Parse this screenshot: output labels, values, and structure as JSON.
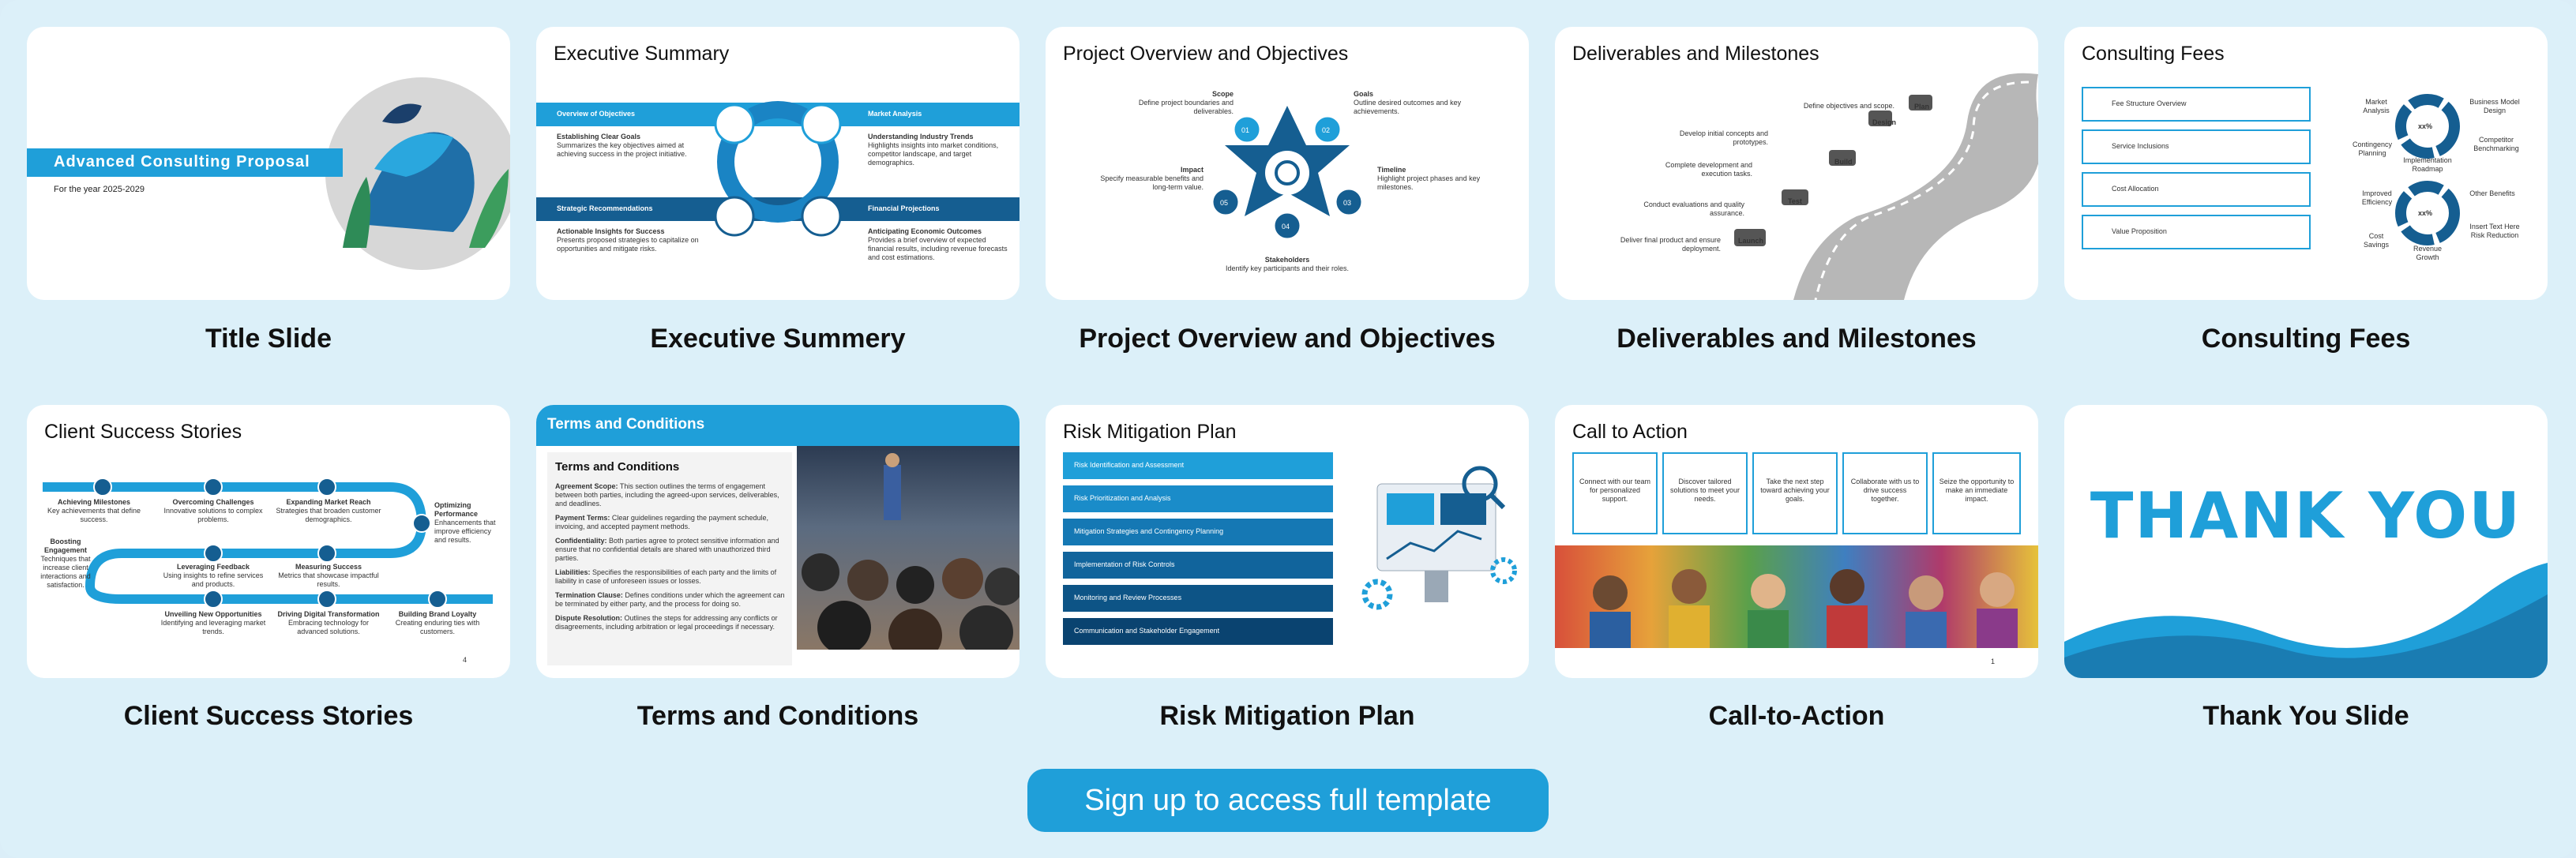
{
  "slides": {
    "title": {
      "caption": "Title Slide",
      "banner": "Advanced Consulting Proposal",
      "subtitle": "For the year 2025-2029"
    },
    "exec": {
      "caption": "Executive Summery",
      "heading": "Executive Summary",
      "q1_title": "Overview of Objectives",
      "q1_h": "Establishing Clear Goals",
      "q1_t": "Summarizes the key objectives aimed at achieving success in the project initiative.",
      "q2_title": "Market Analysis",
      "q2_h": "Understanding Industry Trends",
      "q2_t": "Highlights insights into market conditions, competitor landscape, and target demographics.",
      "q3_title": "Strategic Recommendations",
      "q3_h": "Actionable Insights for Success",
      "q3_t": "Presents proposed strategies to capitalize on opportunities and mitigate risks.",
      "q4_title": "Financial Projections",
      "q4_h": "Anticipating Economic Outcomes",
      "q4_t": "Provides a brief overview of expected financial results, including revenue forecasts and cost estimations."
    },
    "overview": {
      "caption": "Project Overview and Objectives",
      "heading": "Project Overview and Objectives",
      "n1": "01",
      "n2": "02",
      "n3": "03",
      "n4": "04",
      "n5": "05",
      "scope_h": "Scope",
      "scope_t": "Define project boundaries and deliverables.",
      "goals_h": "Goals",
      "goals_t": "Outline desired outcomes and key achievements.",
      "timeline_h": "Timeline",
      "timeline_t": "Highlight project phases and key milestones.",
      "impact_h": "Impact",
      "impact_t": "Specify measurable benefits and long-term value.",
      "stake_h": "Stakeholders",
      "stake_t": "Identify key participants and their roles."
    },
    "deliverables": {
      "caption": "Deliverables and Milestones",
      "heading": "Deliverables and Milestones",
      "plan_label": "Plan",
      "plan_t": "Define objectives and scope.",
      "design_label": "Design",
      "design_t": "Develop initial concepts and prototypes.",
      "build_label": "Build",
      "build_t": "Complete development and execution tasks.",
      "test_label": "Test",
      "test_t": "Conduct evaluations and quality assurance.",
      "launch_label": "Launch",
      "launch_t": "Deliver final product and ensure deployment."
    },
    "fees": {
      "caption": "Consulting Fees",
      "heading": "Consulting Fees",
      "items": [
        "Fee Structure Overview",
        "Service Inclusions",
        "Cost Allocation",
        "Value Proposition"
      ],
      "donut_value": "xx%",
      "d1": [
        "Market Analysis",
        "Business Model Design",
        "Contingency Planning",
        "Competitor Benchmarking",
        "Implementation Roadmap"
      ],
      "d2": [
        "Improved Efficiency",
        "Other Benefits",
        "Cost Savings",
        "Insert Text Here Risk Reduction",
        "Revenue Growth"
      ]
    },
    "stories": {
      "caption": "Client Success Stories",
      "heading": "Client Success Stories",
      "s1_h": "Achieving Milestones",
      "s1_t": "Key achievements that define success.",
      "s2_h": "Overcoming Challenges",
      "s2_t": "Innovative solutions to complex problems.",
      "s3_h": "Expanding Market Reach",
      "s3_t": "Strategies that broaden customer demographics.",
      "s4_h": "Optimizing Performance",
      "s4_t": "Enhancements that improve efficiency and results.",
      "s5_h": "Boosting Engagement",
      "s5_t": "Techniques that increase client interactions and satisfaction.",
      "s6_h": "Leveraging Feedback",
      "s6_t": "Using insights to refine services and products.",
      "s7_h": "Measuring Success",
      "s7_t": "Metrics that showcase impactful results.",
      "s8_h": "Unveiling New Opportunities",
      "s8_t": "Identifying and leveraging market trends.",
      "s9_h": "Driving Digital Transformation",
      "s9_t": "Embracing technology for advanced solutions.",
      "s10_h": "Building Brand Loyalty",
      "s10_t": "Creating enduring ties with customers.",
      "page": "4"
    },
    "terms": {
      "caption": "Terms and Conditions",
      "banner": "Terms and Conditions",
      "heading": "Terms and Conditions",
      "p1_h": "Agreement Scope:",
      "p1_t": "This section outlines the terms of engagement between both parties, including the agreed-upon services, deliverables, and deadlines.",
      "p2_h": "Payment Terms:",
      "p2_t": "Clear guidelines regarding the payment schedule, invoicing, and accepted payment methods.",
      "p3_h": "Confidentiality:",
      "p3_t": "Both parties agree to protect sensitive information and ensure that no confidential details are shared with unauthorized third parties.",
      "p4_h": "Liabilities:",
      "p4_t": "Specifies the responsibilities of each party and the limits of liability in case of unforeseen issues or losses.",
      "p5_h": "Termination Clause:",
      "p5_t": "Defines conditions under which the agreement can be terminated by either party, and the process for doing so.",
      "p6_h": "Dispute Resolution:",
      "p6_t": "Outlines the steps for addressing any conflicts or disagreements, including arbitration or legal proceedings if necessary."
    },
    "risk": {
      "caption": "Risk Mitigation Plan",
      "heading": "Risk Mitigation Plan",
      "items": [
        "Risk Identification and Assessment",
        "Risk Prioritization and Analysis",
        "Mitigation Strategies and Contingency Planning",
        "Implementation of Risk Controls",
        "Monitoring and Review Processes",
        "Communication and Stakeholder Engagement"
      ]
    },
    "call": {
      "caption": "Call-to-Action",
      "heading": "Call to Action",
      "boxes": [
        "Connect with our team for personalized support.",
        "Discover tailored solutions to meet your needs.",
        "Take the next step toward achieving your goals.",
        "Collaborate with us to drive success together.",
        "Seize the opportunity to make an immediate impact."
      ],
      "page": "1"
    },
    "thanks": {
      "caption": "Thank You Slide",
      "text": "THANK YOU"
    }
  },
  "cta_label": "Sign up to access full template",
  "colors": {
    "brand": "#1f9fd9",
    "navy": "#0d4f7c",
    "bg": "#dcf0f9"
  }
}
